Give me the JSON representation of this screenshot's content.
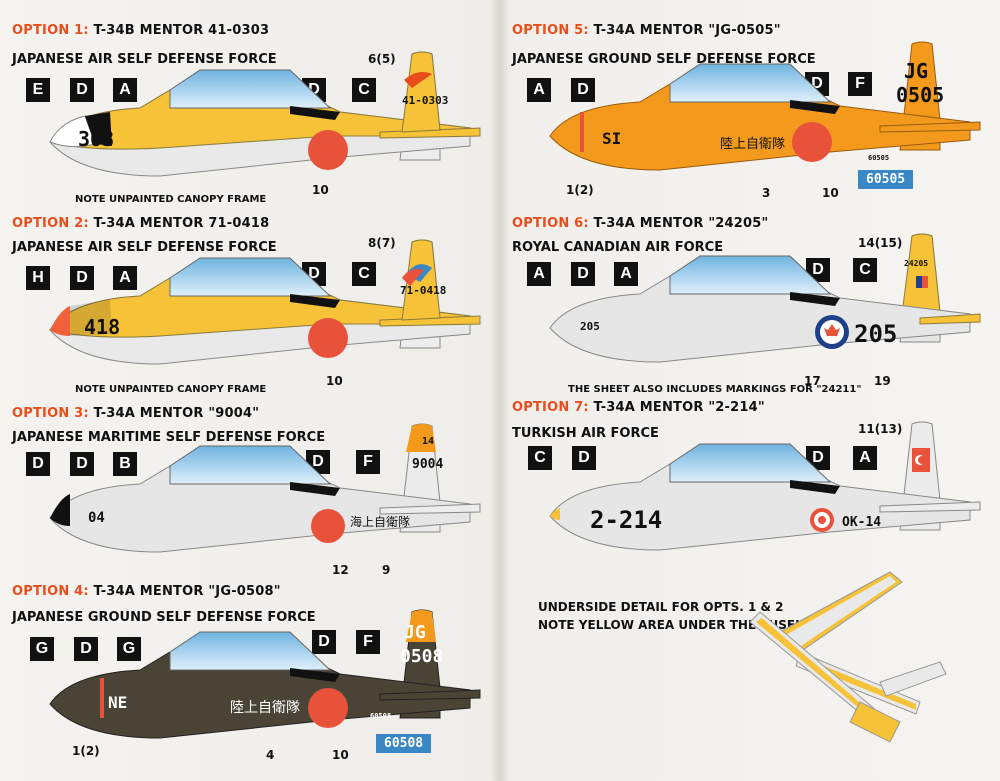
{
  "options": [
    {
      "id": "opt1",
      "opt_label": "OPTION 1:",
      "title": "T-34B MENTOR  41-0303",
      "force": "JAPANESE AIR SELF DEFENSE FORCE",
      "letters": [
        "E",
        "D",
        "A",
        "D",
        "C"
      ],
      "callouts": [
        "6(5)",
        "10"
      ],
      "nose_number": "303",
      "tail_text": "41-0303",
      "note": "NOTE UNPAINTED CANOPY FRAME"
    },
    {
      "id": "opt2",
      "opt_label": "OPTION 2:",
      "title": "T-34A MENTOR  71-0418",
      "force": "JAPANESE AIR SELF DEFENSE FORCE",
      "letters": [
        "H",
        "D",
        "A",
        "D",
        "C"
      ],
      "callouts": [
        "8(7)",
        "10"
      ],
      "nose_number": "418",
      "tail_text": "71-0418",
      "note": "NOTE UNPAINTED CANOPY FRAME"
    },
    {
      "id": "opt3",
      "opt_label": "OPTION 3:",
      "title": "T-34A MENTOR  \"9004\"",
      "force": "JAPANESE MARITIME SELF DEFENSE FORCE",
      "letters": [
        "D",
        "D",
        "B",
        "D",
        "F"
      ],
      "callouts": [
        "12",
        "9"
      ],
      "nose_number": "04",
      "tail_top": "14",
      "tail_text": "9004",
      "kanji": "海上自衛隊"
    },
    {
      "id": "opt4",
      "opt_label": "OPTION 4:",
      "title": "T-34A MENTOR  \"JG-0508\"",
      "force": "JAPANESE GROUND SELF DEFENSE FORCE",
      "letters": [
        "G",
        "D",
        "G",
        "D",
        "F"
      ],
      "callouts": [
        "1(2)",
        "4",
        "10"
      ],
      "nose_number": "NE",
      "tail_line1": "JG",
      "tail_line2": "0508",
      "kanji": "陸上自衛隊",
      "small_serial": "60508",
      "serial_box": "60508"
    },
    {
      "id": "opt5",
      "opt_label": "OPTION 5:",
      "title": "T-34A MENTOR  \"JG-0505\"",
      "force": "JAPANESE GROUND SELF DEFENSE FORCE",
      "letters": [
        "A",
        "D",
        "D",
        "F"
      ],
      "callouts": [
        "1(2)",
        "3",
        "10"
      ],
      "nose_number": "SI",
      "tail_line1": "JG",
      "tail_line2": "0505",
      "kanji": "陸上自衛隊",
      "small_serial": "60505",
      "serial_box": "60505"
    },
    {
      "id": "opt6",
      "opt_label": "OPTION 6:",
      "title": "T-34A MENTOR  \"24205\"",
      "force": "ROYAL CANADIAN AIR FORCE",
      "letters": [
        "A",
        "D",
        "A",
        "D",
        "C"
      ],
      "callouts": [
        "14(15)",
        "17",
        "19"
      ],
      "nose_number": "205",
      "big_number": "205",
      "tail_text": "24205",
      "note": "THE SHEET ALSO INCLUDES MARKINGS FOR \"24211\""
    },
    {
      "id": "opt7",
      "opt_label": "OPTION 7:",
      "title": "T-34A MENTOR  \"2-214\"",
      "force": "TURKISH AIR FORCE",
      "letters": [
        "C",
        "D",
        "D",
        "A"
      ],
      "callouts": [
        "11(13)"
      ],
      "big_number": "2-214",
      "code": "OK-14"
    }
  ],
  "underside": {
    "line1": "UNDERSIDE DETAIL FOR OPTS. 1 & 2",
    "line2": "NOTE YELLOW AREA UNDER THE FUSELAGE"
  },
  "colors": {
    "accent": "#e84e1b",
    "jasdf_yellow": "#f6c238",
    "jgsdf_orange": "#f39a1d",
    "olive": "#4a4437",
    "silver": "#e3e3e3",
    "hinomaru": "#e8523a",
    "serial_blue": "#3a87c6"
  }
}
